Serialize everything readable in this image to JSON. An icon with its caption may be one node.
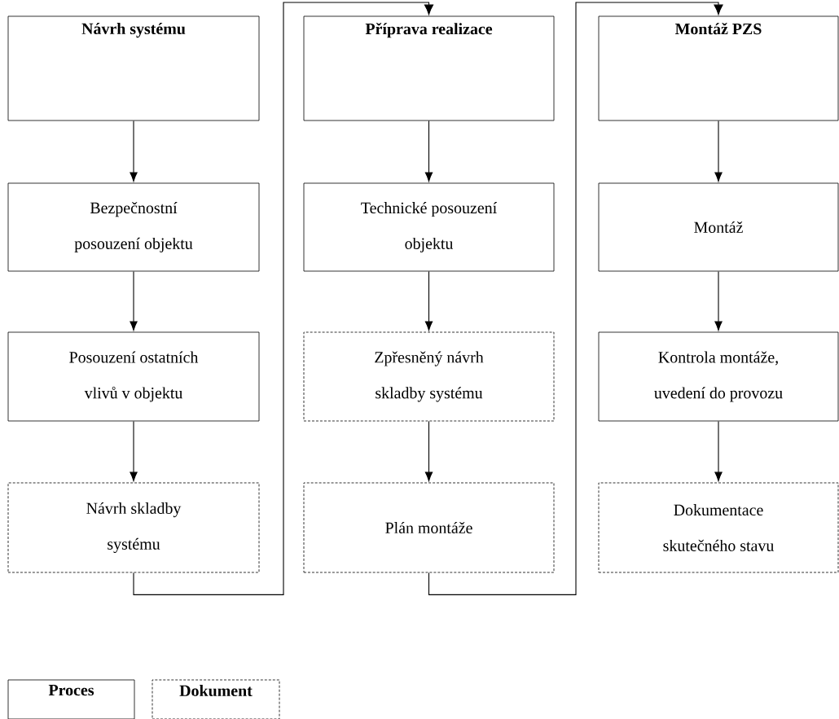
{
  "diagram": {
    "nodes": [
      {
        "text": [
          "Návrh systému"
        ]
      },
      {
        "text": [
          "Bezpečnostní posouzení objektu"
        ]
      },
      {
        "text": [
          "Posouzení ostatních vlivů v objektu"
        ]
      },
      {
        "text": [
          "Návrh skladby systému"
        ]
      },
      {
        "text": [
          "Příprava realizace"
        ]
      },
      {
        "text": [
          "Technické posouzení objektu"
        ]
      },
      {
        "text": [
          "Zpřesněný návrh skladby systému"
        ]
      },
      {
        "text": [
          "Plán montáže"
        ]
      },
      {
        "text": [
          "Montáž PZS"
        ]
      },
      {
        "text": [
          "Montáž"
        ]
      },
      {
        "text": [
          "Kontrola montáže, uvedení do provozu"
        ]
      },
      {
        "text": [
          "Dokumentace skutečného stavu"
        ]
      }
    ],
    "edges": [
      {
        "from": 0,
        "to": 1,
        "arrow": "to"
      },
      {
        "from": 1,
        "to": 2,
        "arrow": "to"
      },
      {
        "from": 2,
        "to": 3,
        "arrow": "to"
      },
      {
        "from": 3,
        "to": 4,
        "arrow": "to"
      },
      {
        "from": 4,
        "to": 5,
        "arrow": "to"
      },
      {
        "from": 5,
        "to": 6,
        "arrow": "to"
      },
      {
        "from": 6,
        "to": 7,
        "arrow": "to"
      },
      {
        "from": 7,
        "to": 8,
        "arrow": "to"
      },
      {
        "from": 8,
        "to": 9,
        "arrow": "to"
      },
      {
        "from": 9,
        "to": 10,
        "arrow": "to"
      },
      {
        "from": 10,
        "to": 11,
        "arrow": "to"
      }
    ],
    "legend": [
      {
        "text": "Proces"
      },
      {
        "text": "Dokument"
      }
    ]
  }
}
